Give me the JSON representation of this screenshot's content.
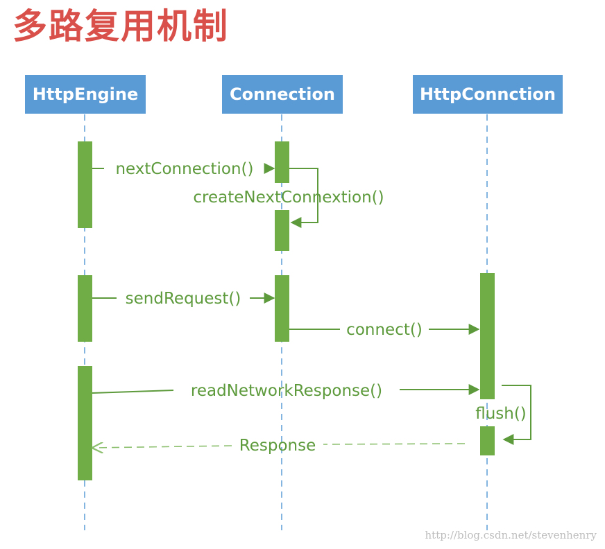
{
  "title": "多路复用机制",
  "colors": {
    "title": "#d9504a",
    "participant_fill": "#5b9bd5",
    "lifeline": "#5b9bd5",
    "activation": "#70ad47",
    "message": "#5d9a3c"
  },
  "participants": [
    {
      "id": "engine",
      "label": "HttpEngine"
    },
    {
      "id": "connection",
      "label": "Connection"
    },
    {
      "id": "httpconnection",
      "label": "HttpConnction"
    }
  ],
  "messages": [
    {
      "id": "next-connection",
      "from": "HttpEngine",
      "to": "Connection",
      "label": "nextConnection()",
      "style": "solid"
    },
    {
      "id": "create-next-connection",
      "from": "Connection",
      "to": "Connection",
      "label": "createNextConnextion()",
      "style": "self"
    },
    {
      "id": "send-request",
      "from": "HttpEngine",
      "to": "Connection",
      "label": "sendRequest()",
      "style": "solid"
    },
    {
      "id": "connect",
      "from": "Connection",
      "to": "HttpConnction",
      "label": "connect()",
      "style": "solid"
    },
    {
      "id": "read-network-response",
      "from": "HttpEngine",
      "to": "HttpConnction",
      "label": "readNetworkResponse()",
      "style": "solid"
    },
    {
      "id": "flush",
      "from": "HttpConnction",
      "to": "HttpConnction",
      "label": "flush()",
      "style": "self"
    },
    {
      "id": "response",
      "from": "HttpConnction",
      "to": "HttpEngine",
      "label": "Response",
      "style": "dashed"
    }
  ],
  "watermark": "http://blog.csdn.net/stevenhenry"
}
